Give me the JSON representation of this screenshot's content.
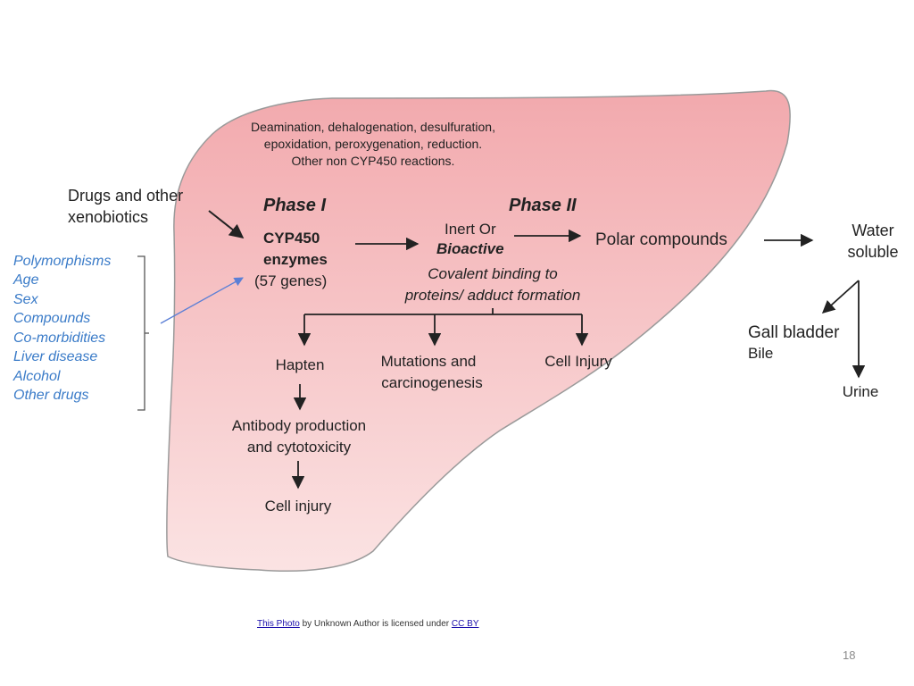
{
  "diagram": {
    "reactions_note": [
      "Deamination, dehalogenation, desulfuration,",
      "epoxidation, peroxygenation, reduction.",
      "Other non CYP450 reactions."
    ],
    "input": [
      "Drugs and other",
      "xenobiotics"
    ],
    "phase1": {
      "title": "Phase I",
      "enzyme": [
        "CYP450",
        "enzymes"
      ],
      "genes": "(57 genes)"
    },
    "phase2": {
      "title": "Phase II",
      "inert_or": "Inert Or",
      "bioactive": "Bioactive",
      "covalent": [
        "Covalent binding to",
        "proteins/ adduct formation"
      ]
    },
    "polar": "Polar compounds",
    "water_soluble": [
      "Water",
      "soluble"
    ],
    "gall_bladder": "Gall bladder",
    "bile": "Bile",
    "urine": "Urine",
    "risk_factors": [
      "Polymorphisms",
      "Age",
      "Sex",
      "Compounds",
      "Co-morbidities",
      "Liver disease",
      "Alcohol",
      "Other drugs"
    ],
    "branches": {
      "hapten": "Hapten",
      "mutations": [
        "Mutations and",
        "carcinogenesis"
      ],
      "cell_injury_top": "Cell Injury",
      "antibody": [
        "Antibody production",
        "and cytotoxicity"
      ],
      "cell_injury_bottom": "Cell injury"
    },
    "colors": {
      "liver_fill_top": "#f2a9ad",
      "liver_fill_bottom": "#fbe3e3",
      "liver_stroke": "#9a9a9a",
      "risk_text": "#3a7bc8",
      "risk_arrow": "#5b7fd6"
    }
  },
  "credit": {
    "photo_link": "This Photo",
    "middle": " by Unknown Author is licensed under ",
    "license_link": "CC BY"
  },
  "page_number": "18"
}
